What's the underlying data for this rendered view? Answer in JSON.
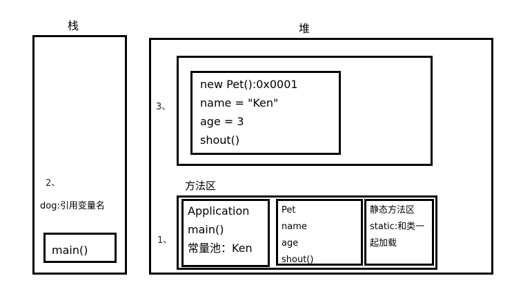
{
  "stack": {
    "title": "栈",
    "step": "2、",
    "ref": "dog:引用变量名",
    "frame": "main()"
  },
  "heap": {
    "title": "堆",
    "step3": "3、",
    "object": [
      "new Pet():0x0001",
      "name = \"Ken\"",
      "age = 3",
      "shout()"
    ],
    "method_area": {
      "title": "方法区",
      "step1": "1、",
      "application": [
        "Application",
        "main()",
        "常量池：Ken"
      ],
      "pet_class": [
        "Pet",
        "name",
        "age",
        "shout()"
      ],
      "static_area": [
        "静态方法区",
        "static:和类一",
        "起加载"
      ]
    }
  }
}
